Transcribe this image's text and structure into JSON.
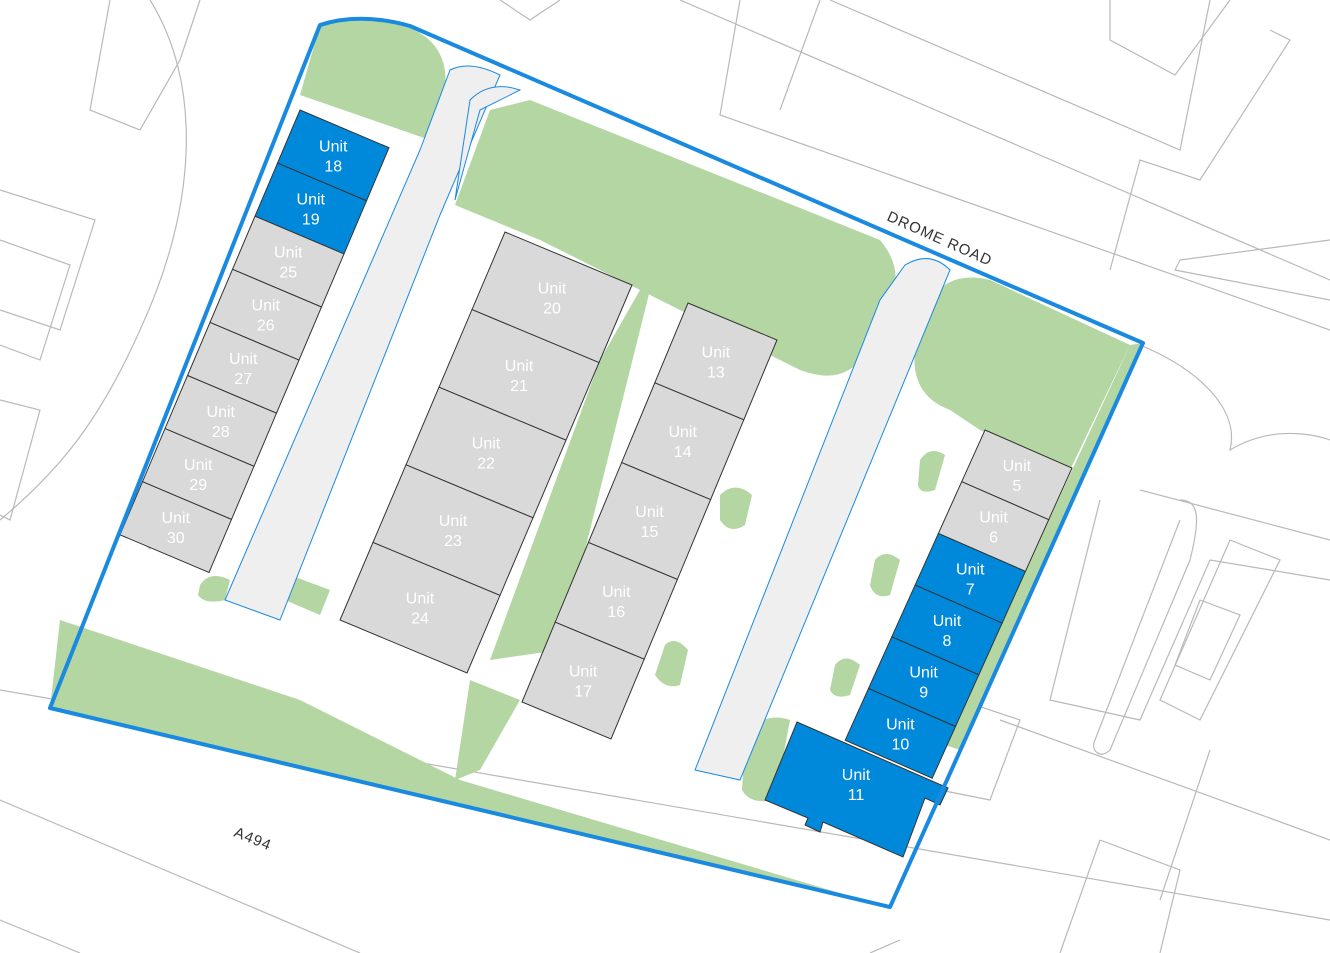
{
  "colors": {
    "available": "#0089db",
    "unavailable": "#d9d9d9",
    "landscape": "#b3d6a3",
    "boundary": "#1a8ae0"
  },
  "roads": {
    "drome_road": "DROME ROAD",
    "a494": "A494"
  },
  "units": [
    {
      "label": "Unit",
      "number": "18",
      "status": "available"
    },
    {
      "label": "Unit",
      "number": "19",
      "status": "available"
    },
    {
      "label": "Unit",
      "number": "25",
      "status": "unavailable"
    },
    {
      "label": "Unit",
      "number": "26",
      "status": "unavailable"
    },
    {
      "label": "Unit",
      "number": "27",
      "status": "unavailable"
    },
    {
      "label": "Unit",
      "number": "28",
      "status": "unavailable"
    },
    {
      "label": "Unit",
      "number": "29",
      "status": "unavailable"
    },
    {
      "label": "Unit",
      "number": "30",
      "status": "unavailable"
    },
    {
      "label": "Unit",
      "number": "20",
      "status": "unavailable"
    },
    {
      "label": "Unit",
      "number": "21",
      "status": "unavailable"
    },
    {
      "label": "Unit",
      "number": "22",
      "status": "unavailable"
    },
    {
      "label": "Unit",
      "number": "23",
      "status": "unavailable"
    },
    {
      "label": "Unit",
      "number": "24",
      "status": "unavailable"
    },
    {
      "label": "Unit",
      "number": "13",
      "status": "unavailable"
    },
    {
      "label": "Unit",
      "number": "14",
      "status": "unavailable"
    },
    {
      "label": "Unit",
      "number": "15",
      "status": "unavailable"
    },
    {
      "label": "Unit",
      "number": "16",
      "status": "unavailable"
    },
    {
      "label": "Unit",
      "number": "17",
      "status": "unavailable"
    },
    {
      "label": "Unit",
      "number": "5",
      "status": "unavailable"
    },
    {
      "label": "Unit",
      "number": "6",
      "status": "unavailable"
    },
    {
      "label": "Unit",
      "number": "7",
      "status": "available"
    },
    {
      "label": "Unit",
      "number": "8",
      "status": "available"
    },
    {
      "label": "Unit",
      "number": "9",
      "status": "available"
    },
    {
      "label": "Unit",
      "number": "10",
      "status": "available"
    },
    {
      "label": "Unit",
      "number": "11",
      "status": "available"
    }
  ]
}
